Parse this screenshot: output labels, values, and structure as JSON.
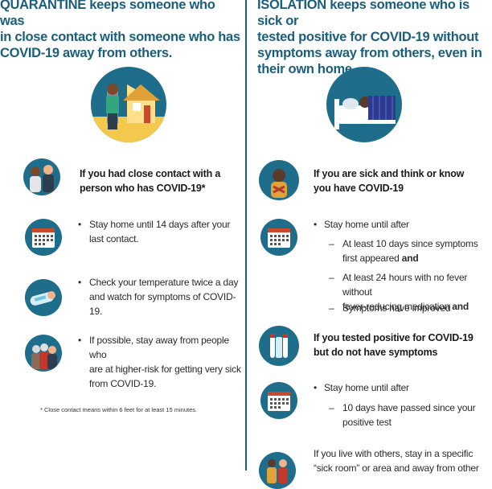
{
  "quarantine": {
    "heading_line1": "QUARANTINE keeps someone who was",
    "heading_line2": "in close contact with someone who has",
    "heading_line3": "COVID-19 away from others.",
    "close_contact_line1": "If you had close contact with a",
    "close_contact_line2": "person who has COVID-19*",
    "stay_home_line1": "Stay home until 14 days after your",
    "stay_home_line2": "last contact.",
    "temp_line1": "Check your temperature twice a day",
    "temp_line2": "and watch for symptoms of COVID-19.",
    "risk_line1": "If possible, stay away from people who",
    "risk_line2": "are at higher-risk for getting very sick",
    "risk_line3": "from COVID-19.",
    "footnote": "* Close contact means within 6 feet for at least 15 minutes."
  },
  "isolation": {
    "heading_line1": "ISOLATION keeps someone who is sick or",
    "heading_line2": "tested positive for COVID-19 without",
    "heading_line3": "symptoms away from others, even in",
    "heading_line4": "their own home.",
    "sick_line1": "If you are sick and think or know",
    "sick_line2": "you have COVID-19",
    "stay_home_after": "Stay home until after",
    "days10_line1": "At least 10 days since symptoms",
    "days10_line2": "first appeared",
    "and1": "and",
    "hours24_line1": "At least 24 hours with no fever without",
    "hours24_line2": "fever-reducing medication",
    "and2": "and",
    "symptoms_improved": "Symptoms have improved",
    "tested_line1": "If you tested positive for COVID-19",
    "tested_line2": "but do not have symptoms",
    "stay_home_after2": "Stay home until after",
    "days_passed_line1": "10 days have passed since your",
    "days_passed_line2": "positive test",
    "live_line1": "If you live with others, stay in a specific",
    "live_line2": "“sick room” or area and away from other"
  },
  "symbols": {
    "bullet": "•",
    "dash": "–"
  },
  "colors": {
    "teal": "#1e6d8a",
    "heading": "#1b5e7b"
  },
  "icons": [
    "house-person-icon",
    "two-people-icon",
    "calendar-icon",
    "thermometer-icon",
    "elderly-people-icon",
    "person-in-bed-icon",
    "sick-person-icon",
    "test-tubes-icon",
    "people-icon"
  ]
}
